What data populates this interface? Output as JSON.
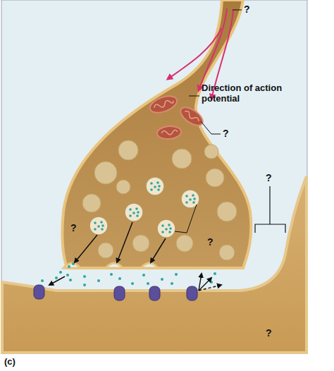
{
  "diagram": {
    "labels": [
      "?",
      "Direction of action potential",
      "?",
      "?",
      "?",
      "?",
      "?",
      "(c)"
    ]
  }
}
